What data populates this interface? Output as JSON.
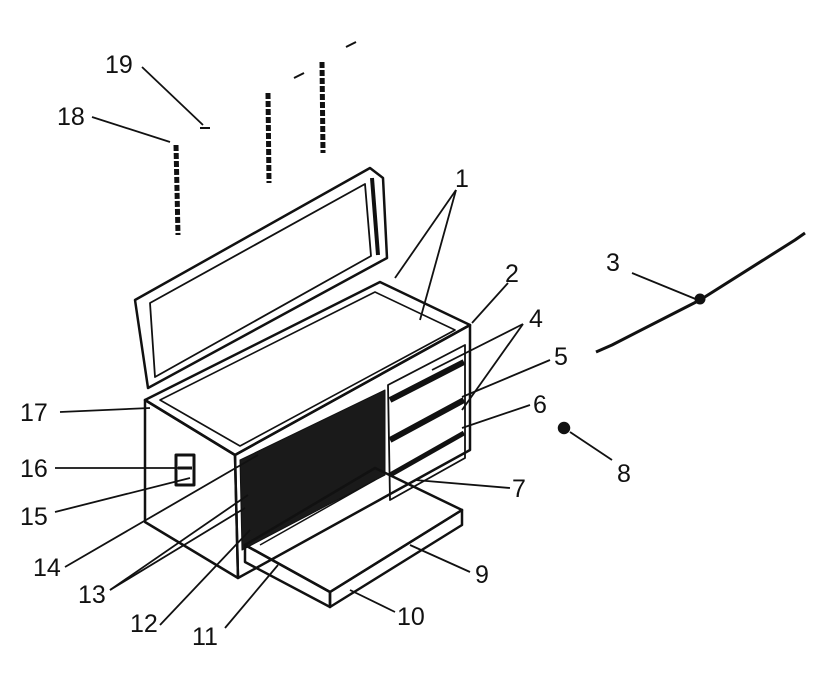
{
  "callouts": [
    {
      "id": "1",
      "text": "1"
    },
    {
      "id": "2",
      "text": "2"
    },
    {
      "id": "3",
      "text": "3"
    },
    {
      "id": "4",
      "text": "4"
    },
    {
      "id": "5",
      "text": "5"
    },
    {
      "id": "6",
      "text": "6"
    },
    {
      "id": "7",
      "text": "7"
    },
    {
      "id": "8",
      "text": "8"
    },
    {
      "id": "9",
      "text": "9"
    },
    {
      "id": "10",
      "text": "10"
    },
    {
      "id": "11",
      "text": "11"
    },
    {
      "id": "12",
      "text": "12"
    },
    {
      "id": "13",
      "text": "13"
    },
    {
      "id": "14",
      "text": "14"
    },
    {
      "id": "15",
      "text": "15"
    },
    {
      "id": "16",
      "text": "16"
    },
    {
      "id": "17",
      "text": "17"
    },
    {
      "id": "18",
      "text": "18"
    },
    {
      "id": "19",
      "text": "19"
    }
  ],
  "colors": {
    "line": "#111111",
    "background": "#ffffff"
  }
}
